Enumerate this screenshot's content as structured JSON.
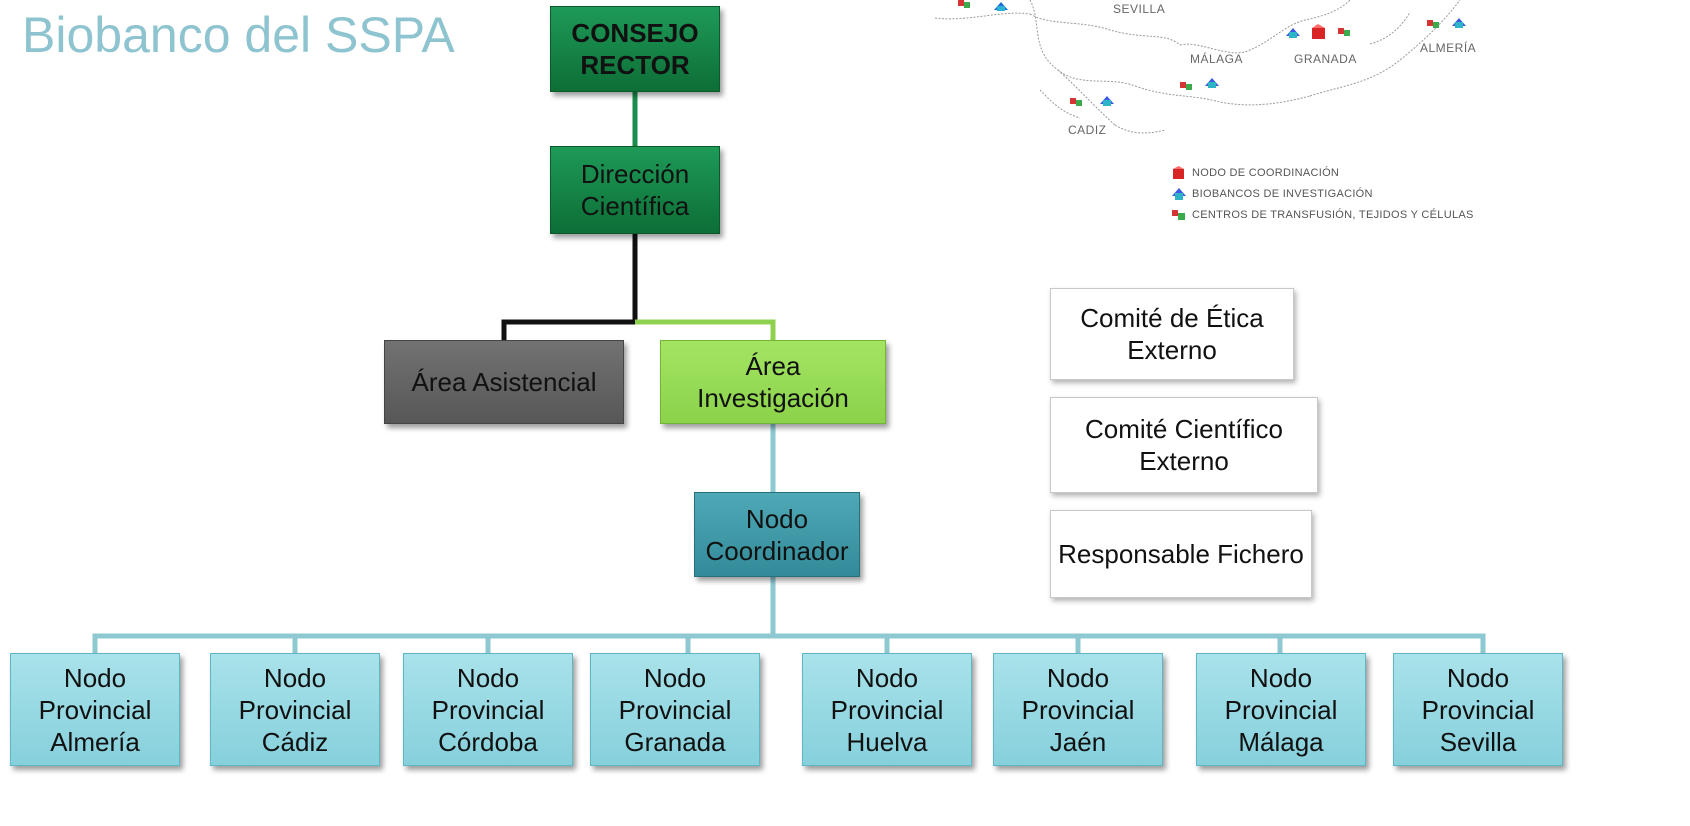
{
  "title": "Biobanco del SSPA",
  "colors": {
    "title": "#8ec4cf",
    "consejo": "#127f43",
    "area_asistencial": "#666666",
    "area_investigacion": "#96dc56",
    "nodo_coordinador": "#40989f",
    "nodo_provincial": "#97d8e2",
    "connector_teal": "#8ec9d2"
  },
  "org": {
    "consejo_rector": [
      "CONSEJO",
      "RECTOR"
    ],
    "direccion": [
      "Dirección",
      "Científica"
    ],
    "area_asistencial": "Área Asistencial",
    "area_investigacion": [
      "Área",
      "Investigación"
    ],
    "nodo_coordinador": [
      "Nodo",
      "Coordinador"
    ],
    "provincial": [
      [
        "Nodo",
        "Provincial",
        "Almería"
      ],
      [
        "Nodo",
        "Provincial",
        "Cádiz"
      ],
      [
        "Nodo",
        "Provincial",
        "Córdoba"
      ],
      [
        "Nodo",
        "Provincial",
        "Granada"
      ],
      [
        "Nodo",
        "Provincial",
        "Huelva"
      ],
      [
        "Nodo",
        "Provincial",
        "Jaén"
      ],
      [
        "Nodo",
        "Provincial",
        "Málaga"
      ],
      [
        "Nodo",
        "Provincial",
        "Sevilla"
      ]
    ]
  },
  "committees": {
    "etica": [
      "Comité de Ética",
      "Externo"
    ],
    "cientifico": [
      "Comité Científico",
      "Externo"
    ],
    "fichero": "Responsable Fichero"
  },
  "map": {
    "labels": {
      "sevilla": "SEVILLA",
      "malaga": "MÁLAGA",
      "granada": "GRANADA",
      "almeria": "ALMERÍA",
      "cadiz": "CADIZ"
    },
    "legend": [
      {
        "icon": "coordination-node-icon",
        "text": "NODO DE COORDINACIÓN"
      },
      {
        "icon": "research-biobank-icon",
        "text": "BIOBANCOS DE INVESTIGACIÓN"
      },
      {
        "icon": "transfusion-center-icon",
        "text": "CENTROS DE TRANSFUSIÓN, TEJIDOS Y CÉLULAS"
      }
    ]
  }
}
